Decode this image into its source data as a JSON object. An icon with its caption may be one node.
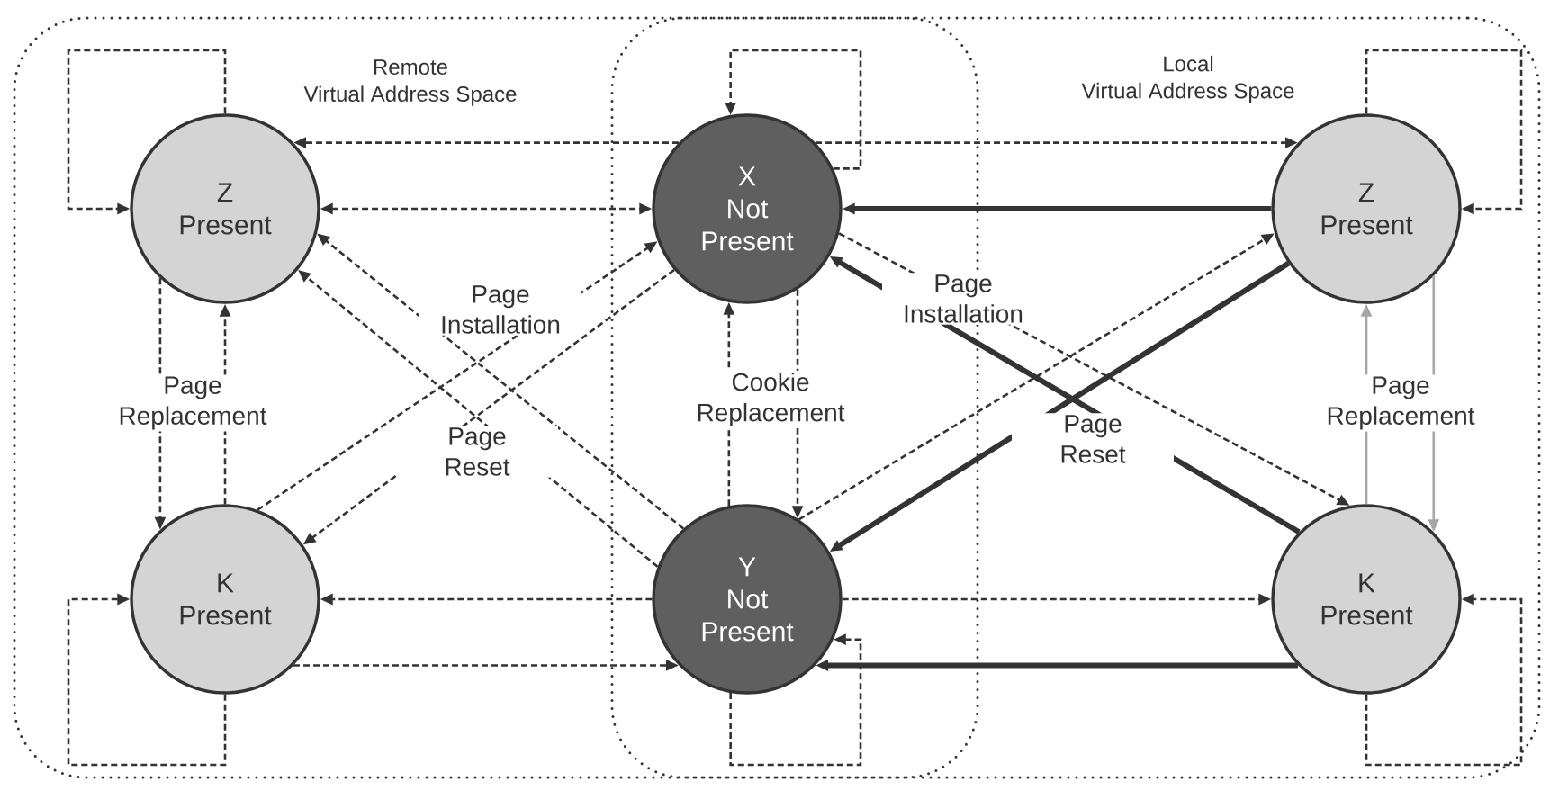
{
  "diagram": {
    "nodes": [
      {
        "text": [
          "Remote Virtual Address Space"
        ]
      },
      {
        "text": [
          "Local Virtual Address Space"
        ]
      },
      {
        "text": [
          "Z Present"
        ],
        "in": 0
      },
      {
        "text": [
          "X Not Present"
        ]
      },
      {
        "text": [
          "Z Present"
        ],
        "in": 1
      },
      {
        "text": [
          "K Present"
        ],
        "in": 0
      },
      {
        "text": [
          "Y Not Present"
        ]
      },
      {
        "text": [
          "K Present"
        ],
        "in": 1
      }
    ],
    "edges": [
      {
        "from": 2,
        "to": 2,
        "arrow": "to",
        "style": "dashed"
      },
      {
        "from": 5,
        "to": 5,
        "arrow": "to",
        "style": "dashed"
      },
      {
        "from": 3,
        "to": 3,
        "arrow": "to",
        "style": "dashed"
      },
      {
        "from": 6,
        "to": 6,
        "arrow": "to",
        "style": "dashed"
      },
      {
        "from": 4,
        "to": 4,
        "arrow": "to",
        "style": "dashed"
      },
      {
        "from": 7,
        "to": 7,
        "arrow": "to",
        "style": "dashed"
      },
      {
        "from": 2,
        "to": 5,
        "arrow": "to",
        "style": "dashed"
      },
      {
        "from": 5,
        "to": 2,
        "arrow": "to",
        "style": "dashed"
      },
      {
        "from": 7,
        "to": 4,
        "arrow": "to",
        "color": "#a6a6a6"
      },
      {
        "from": 4,
        "to": 7,
        "arrow": "to",
        "color": "#a6a6a6"
      },
      {
        "from": 3,
        "to": 2,
        "arrow": "to",
        "style": "dashed"
      },
      {
        "from": 3,
        "to": 4,
        "arrow": "to",
        "style": "dashed"
      },
      {
        "from": 2,
        "to": 3,
        "arrow": "both",
        "style": "dashed"
      },
      {
        "from": 4,
        "to": 3,
        "arrow": "to",
        "style": "thick"
      },
      {
        "from": 6,
        "to": 5,
        "arrow": "to",
        "style": "dashed"
      },
      {
        "from": 5,
        "to": 6,
        "arrow": "to",
        "style": "dashed"
      },
      {
        "from": 6,
        "to": 7,
        "arrow": "to",
        "style": "dashed"
      },
      {
        "from": 7,
        "to": 6,
        "arrow": "to",
        "style": "thick"
      },
      {
        "from": 3,
        "to": 6,
        "arrow": "to",
        "style": "dashed"
      },
      {
        "from": 6,
        "to": 3,
        "arrow": "to",
        "style": "dashed"
      },
      {
        "from": 6,
        "to": 2,
        "arrow": "to",
        "style": "dashed"
      },
      {
        "from": 5,
        "to": 3,
        "arrow": "to",
        "style": "dashed"
      },
      {
        "from": 6,
        "to": 2,
        "arrow": "to",
        "style": "dashed"
      },
      {
        "from": 3,
        "to": 5,
        "arrow": "to",
        "style": "dashed"
      },
      {
        "from": 3,
        "to": 7,
        "arrow": "to",
        "style": "dashed"
      },
      {
        "from": 6,
        "to": 4,
        "arrow": "to",
        "style": "dashed"
      },
      {
        "from": 7,
        "to": 3,
        "arrow": "to",
        "style": "thick"
      },
      {
        "from": 4,
        "to": 6,
        "arrow": "to",
        "style": "thick"
      }
    ],
    "labels": [
      "Page Installation",
      "Page Installation",
      "Page Replacement",
      "Page Reset",
      "Cookie Replacement",
      "Page Reset",
      "Page Replacement"
    ]
  }
}
